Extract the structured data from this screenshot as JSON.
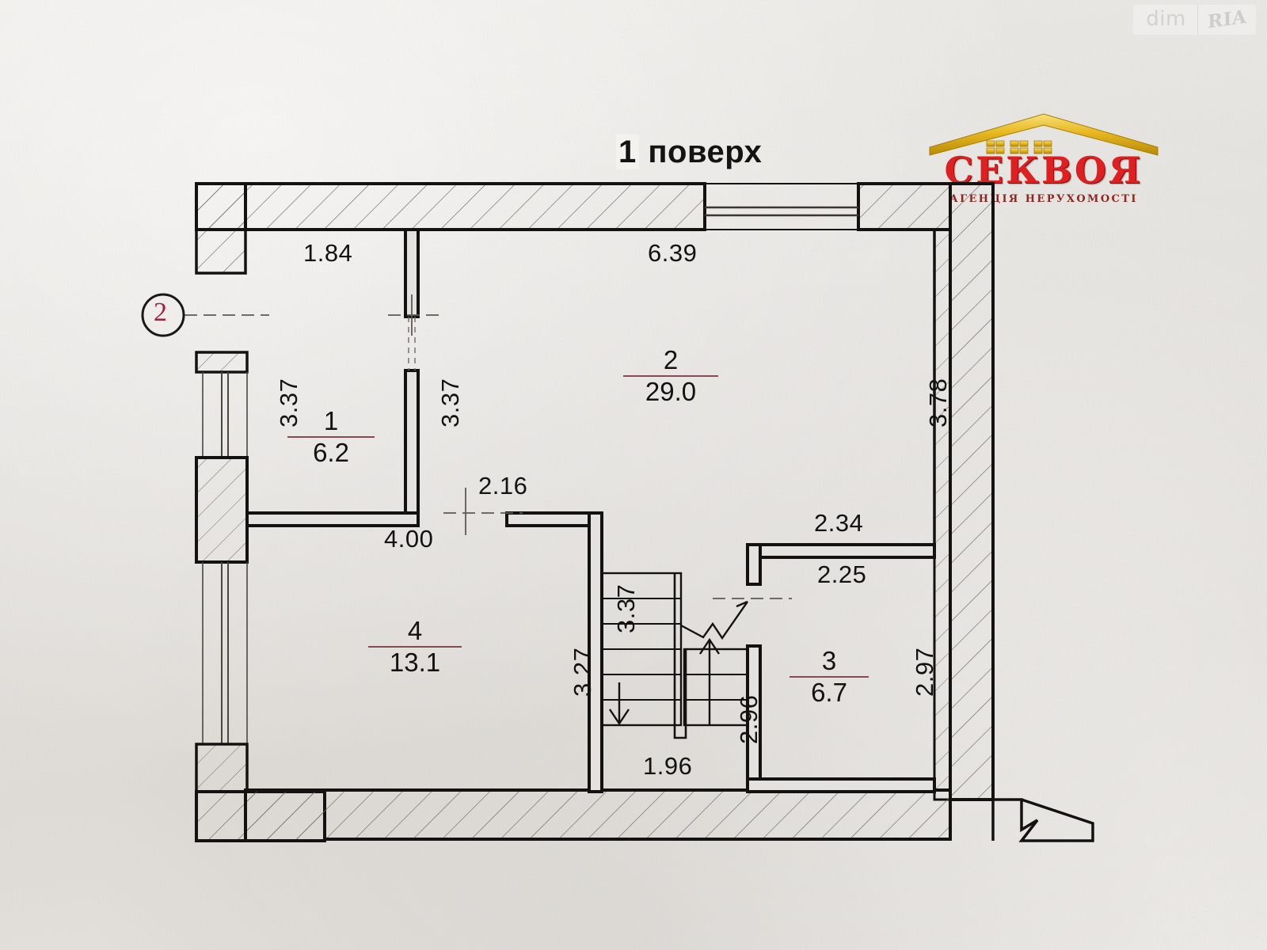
{
  "document": {
    "title": "1 поверх",
    "title_highlight": "1",
    "title_rest": " поверх",
    "type": "floor-plan"
  },
  "watermark": {
    "left_text": "dim",
    "right_text": "RIA"
  },
  "logo": {
    "brand": "СЕКВОЯ",
    "subtitle": "АГЕНЦІЯ НЕРУХОМОСТІ",
    "brand_color": "#e02020",
    "roof_color": "#e8b820",
    "subtitle_color": "#8e2620",
    "windows_count": 3
  },
  "axis_markers": [
    {
      "label": "2",
      "color": "#9c2340"
    }
  ],
  "rooms": [
    {
      "id": "room-1",
      "number": "1",
      "area": "6.2"
    },
    {
      "id": "room-2",
      "number": "2",
      "area": "29.0"
    },
    {
      "id": "room-3",
      "number": "3",
      "area": "6.7"
    },
    {
      "id": "room-4",
      "number": "4",
      "area": "13.1"
    }
  ],
  "dimensions": {
    "room1_width": "1.84",
    "room1_height": "3.37",
    "room2_width": "6.39",
    "room2_left_height": "3.37",
    "room2_right_height": "3.78",
    "room4_width": "4.00",
    "room4_height": "3.27",
    "corridor_width": "2.16",
    "stair_height": "3.37",
    "stair_width": "1.96",
    "stair_run": "2.96",
    "room3_outer_width": "2.34",
    "room3_inner_width": "2.25",
    "room3_height": "2.97"
  },
  "colors": {
    "paper": "#e4e2de",
    "ink": "#141210",
    "room_underline": "#8a4852",
    "axis_marker": "#9c2340"
  }
}
